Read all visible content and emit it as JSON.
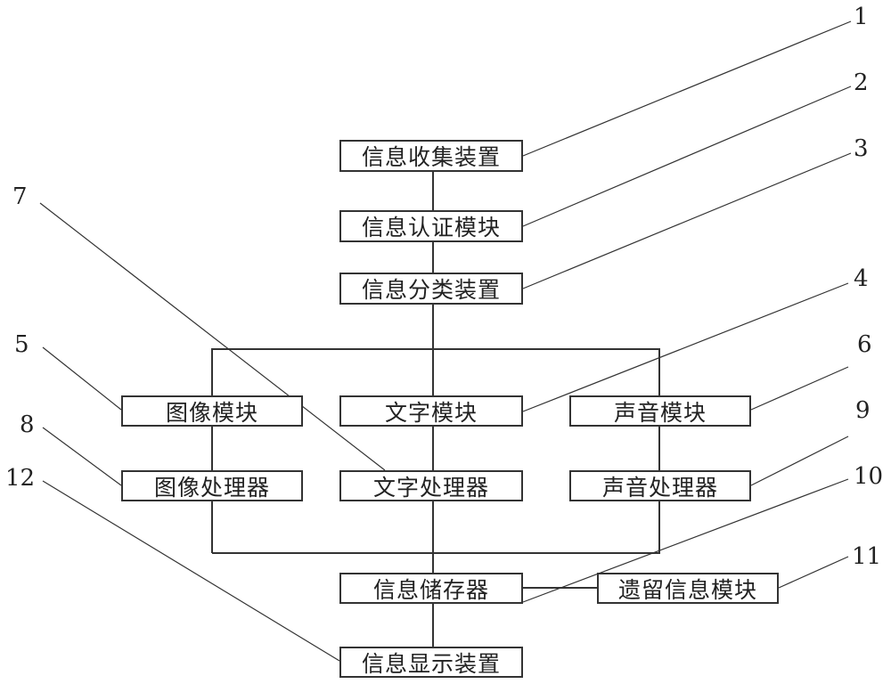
{
  "boxes": {
    "collect": "信息收集装置",
    "auth": "信息认证模块",
    "classify": "信息分类装置",
    "image_module": "图像模块",
    "text_module": "文字模块",
    "sound_module": "声音模块",
    "image_processor": "图像处理器",
    "text_processor": "文字处理器",
    "sound_processor": "声音处理器",
    "storage": "信息储存器",
    "legacy": "遗留信息模块",
    "display": "信息显示装置"
  },
  "labels": {
    "n1": "1",
    "n2": "2",
    "n3": "3",
    "n4": "4",
    "n5": "5",
    "n6": "6",
    "n7": "7",
    "n8": "8",
    "n9": "9",
    "n10": "10",
    "n11": "11",
    "n12": "12"
  }
}
